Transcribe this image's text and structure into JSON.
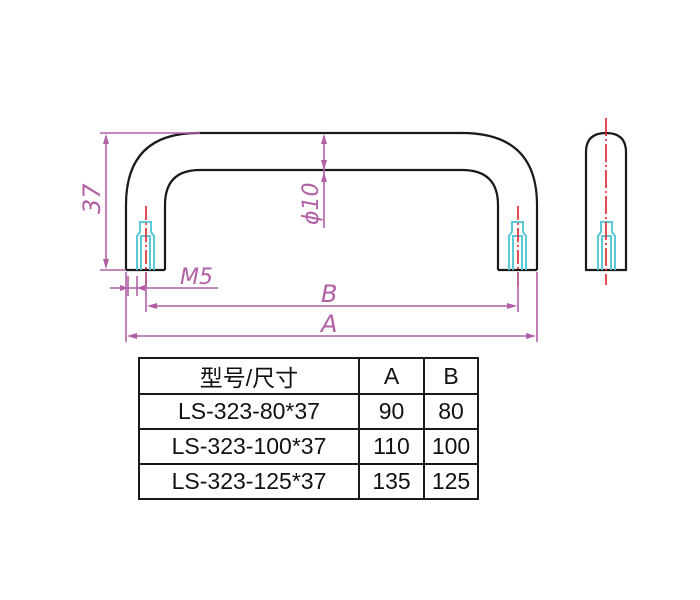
{
  "dimensions": {
    "height_label": "37",
    "diameter_label": "ϕ10",
    "thread_label": "M5",
    "b_label": "B",
    "a_label": "A"
  },
  "table": {
    "headers": [
      "型号/尺寸",
      "A",
      "B"
    ],
    "rows": [
      [
        "LS-323-80*37",
        "90",
        "80"
      ],
      [
        "LS-323-100*37",
        "110",
        "100"
      ],
      [
        "LS-323-125*37",
        "135",
        "125"
      ]
    ]
  },
  "colors": {
    "dimension": "#b160a6",
    "outline": "#1a1a1a",
    "centerline": "#e0202a",
    "thread": "#5cc8d8"
  }
}
